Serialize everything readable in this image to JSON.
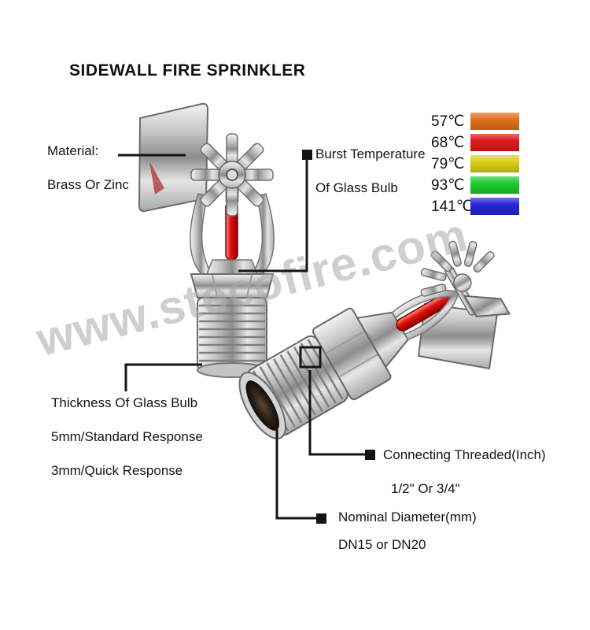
{
  "header": {
    "title": "SIDEWALL FIRE SPRINKLER"
  },
  "watermark": {
    "text": "www.stecofire.com"
  },
  "callouts": {
    "material": {
      "line1": "Material:",
      "line2": "Brass Or Zinc"
    },
    "burst_temperature": {
      "line1": "Burst Temperature",
      "line2": "Of Glass Bulb"
    },
    "glass_bulb_thickness": {
      "line1": "Thickness Of Glass Bulb",
      "line2": "5mm/Standard Response",
      "line3": "3mm/Quick Response"
    },
    "connecting_thread": {
      "line1": "Connecting Threaded(Inch)",
      "line2": "1/2\" Or 3/4\""
    },
    "nominal_diameter": {
      "line1": "Nominal Diameter(mm)",
      "line2": "DN15 or DN20"
    }
  },
  "temperature_legend": {
    "items": [
      {
        "label": "57℃",
        "color": "#E2711D"
      },
      {
        "label": "68℃",
        "color": "#E01A1A"
      },
      {
        "label": "79℃",
        "color": "#D9CE15"
      },
      {
        "label": "93℃",
        "color": "#1ECB2E"
      },
      {
        "label": "141℃",
        "color": "#2724D8"
      }
    ]
  }
}
